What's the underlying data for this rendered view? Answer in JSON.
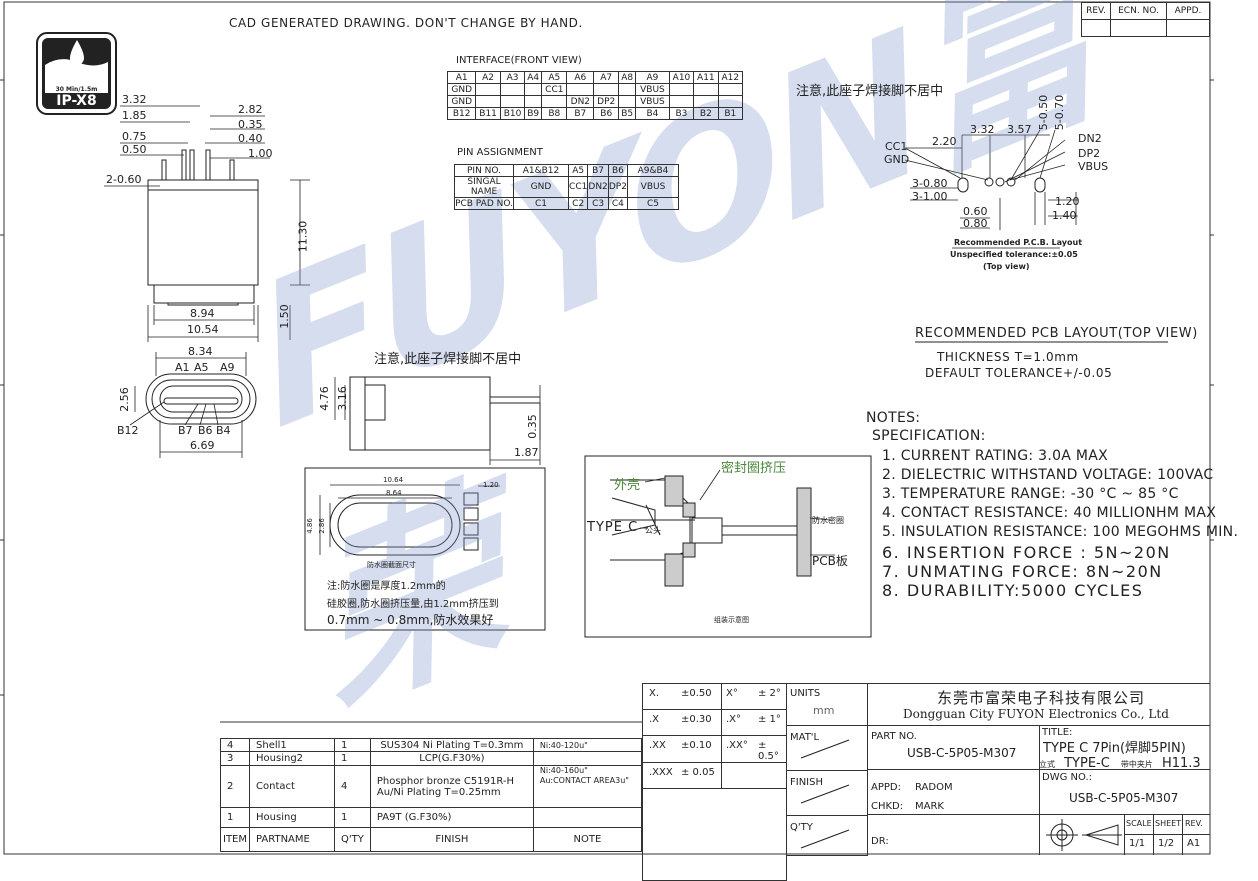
{
  "header_note": "CAD GENERATED DRAWING. DON'T CHANGE BY HAND.",
  "ip_badge": {
    "line1": "30 Min/1.5m",
    "rating": "IP-X8"
  },
  "watermark": "FUYON富荣",
  "revision": {
    "cols": [
      "REV.",
      "ECN. NO.",
      "APPD."
    ]
  },
  "interface": {
    "title": "INTERFACE(FRONT VIEW)",
    "row_a": [
      "A1",
      "A2",
      "A3",
      "A4",
      "A5",
      "A6",
      "A7",
      "A8",
      "A9",
      "A10",
      "A11",
      "A12"
    ],
    "row_a_sig": [
      "GND",
      "",
      "",
      "",
      "CC1",
      "",
      "",
      "",
      "VBUS",
      "",
      "",
      ""
    ],
    "row_b_sig": [
      "GND",
      "",
      "",
      "",
      "",
      "DN2",
      "DP2",
      "",
      "VBUS",
      "",
      "",
      ""
    ],
    "row_b": [
      "B12",
      "B11",
      "B10",
      "B9",
      "B8",
      "B7",
      "B6",
      "B5",
      "B4",
      "B3",
      "B2",
      "B1"
    ]
  },
  "pin_assignment": {
    "title": "PIN ASSIGNMENT",
    "headers": [
      "PIN NO.",
      "A1&B12",
      "A5",
      "B7",
      "B6",
      "A9&B4"
    ],
    "signal": [
      "SINGAL NAME",
      "GND",
      "CC1",
      "DN2",
      "DP2",
      "VBUS"
    ],
    "pad": [
      "PCB PAD NO.",
      "C1",
      "C2",
      "C3",
      "C4",
      "C5"
    ]
  },
  "cn_note_top": "注意,此座子焊接脚不居中",
  "cn_note_mid": "注意,此座子焊接脚不居中",
  "side_view_dims": {
    "d332": "3.32",
    "d185": "1.85",
    "d075": "0.75",
    "d050": "0.50",
    "d282": "2.82",
    "d035": "0.35",
    "d040": "0.40",
    "d100": "1.00",
    "d2060": "2-0.60",
    "d1130": "11.30",
    "d894": "8.94",
    "d1054": "10.54",
    "d150": "1.50"
  },
  "front_view_dims": {
    "d834": "8.34",
    "a1": "A1",
    "a5": "A5",
    "a9": "A9",
    "d256": "2.56",
    "b12": "B12",
    "b7": "B7",
    "b6": "B6",
    "b4": "B4",
    "d669": "6.69"
  },
  "mid_side_dims": {
    "d476": "4.76",
    "d316": "3.16",
    "d035": "0.35",
    "d187": "1.87"
  },
  "pcb_layout_dims": {
    "cc1": "CC1",
    "gnd": "GND",
    "d220": "2.20",
    "d332": "3.32",
    "d357": "3.57",
    "d550": "5-0.50",
    "d570": "5-0.70",
    "dn2": "DN2",
    "dp2": "DP2",
    "vbus": "VBUS",
    "d380": "3-0.80",
    "d3100": "3-1.00",
    "d060": "0.60",
    "d080": "0.80",
    "d120": "1.20",
    "d140": "1.40",
    "cap1": "Recommended P.C.B. Layout",
    "cap2": "Unspecified tolerance:±0.05",
    "cap3": "(Top view)"
  },
  "pcb_rec": {
    "title": "RECOMMENDED PCB LAYOUT(TOP VIEW)",
    "thickness": "THICKNESS T=1.0mm",
    "tolerance": "DEFAULT TOLERANCE+/-0.05"
  },
  "notes": {
    "title": "NOTES:",
    "spec": "SPECIFICATION:",
    "items": [
      "1. CURRENT RATING: 3.0A MAX",
      "2. DIELECTRIC WITHSTAND VOLTAGE: 100VAC",
      "3. TEMPERATURE RANGE: -30 °C ~ 85 °C",
      "4. CONTACT RESISTANCE: 40 MILLIONHM MAX",
      "5. INSULATION RESISTANCE: 100 MEGOHMS MIN.",
      "6. INSERTION FORCE : 5N~20N",
      "7. UNMATING FORCE: 8N~20N",
      "8. DURABILITY:5000 CYCLES"
    ]
  },
  "gasket_box": {
    "d1064": "10.64",
    "d864": "8.64",
    "d120": "1.20",
    "d486": "4.86",
    "d286": "2.86",
    "caption": "防水圈截面尺寸",
    "note1": "注:防水圈是厚度1.2mm的",
    "note2": "硅胶圈,防水圈挤压量,由1.2mm挤压到",
    "note3": "0.7mm ~ 0.8mm,防水效果好"
  },
  "section_box": {
    "shell": "外壳",
    "seal": "密封圈挤压",
    "type_c": "TYPE C",
    "mother": "公头",
    "gasket": "防水密圈",
    "pcb": "PCB板",
    "caption": "组装示意图"
  },
  "tolerance": {
    "rows": [
      {
        "k": "X.",
        "v": "±0.50",
        "k2": "X°",
        "v2": "± 2°"
      },
      {
        "k": ".X",
        "v": "±0.30",
        "k2": ".X°",
        "v2": "± 1°"
      },
      {
        "k": ".XX",
        "v": "±0.10",
        "k2": ".XX°",
        "v2": "± 0.5°"
      },
      {
        "k": ".XXX",
        "v": "± 0.05",
        "k2": "",
        "v2": ""
      }
    ],
    "units_label": "UNITS",
    "units": "mm",
    "matl": "MAT'L",
    "finish": "FINISH",
    "qty": "Q'TY"
  },
  "company": {
    "cn": "东莞市富荣电子科技有限公司",
    "en": "Dongguan City FUYON Electronics Co., Ltd"
  },
  "title_block": {
    "part_label": "PART NO.",
    "part_no": "USB-C-5P05-M307",
    "title_label": "TITLE:",
    "title1": "TYPE C 7Pin(焊脚5PIN)",
    "title2_prefix": "立式",
    "title2": "TYPE-C",
    "title2_mid": "带中夹片",
    "title2_end": "H11.3",
    "dwg_label": "DWG NO.:",
    "dwg_no": "USB-C-5P05-M307",
    "appd_label": "APPD:",
    "appd": "RADOM",
    "chkd_label": "CHKD:",
    "chkd": "MARK",
    "dr_label": "DR:",
    "scale_label": "SCALE",
    "sheet_label": "SHEET",
    "rev_label": "REV.",
    "scale": "1/1",
    "sheet": "1/2",
    "rev": "A1"
  },
  "bom": {
    "headers": [
      "ITEM",
      "PARTNAME",
      "Q'TY",
      "FINISH",
      "NOTE"
    ],
    "rows": [
      [
        "4",
        "Shell1",
        "1",
        "SUS304 Ni Plating T=0.3mm",
        "Ni:40-120u\""
      ],
      [
        "3",
        "Housing2",
        "1",
        "LCP(G.F30%)",
        ""
      ],
      [
        "2",
        "Contact",
        "4",
        "Phosphor bronze C5191R-H Au/Ni Plating T=0.25mm",
        "Ni:40-160u\" Au:CONTACT AREA3u\""
      ],
      [
        "1",
        "Housing",
        "1",
        "PA9T (G.F30%)",
        ""
      ]
    ]
  }
}
